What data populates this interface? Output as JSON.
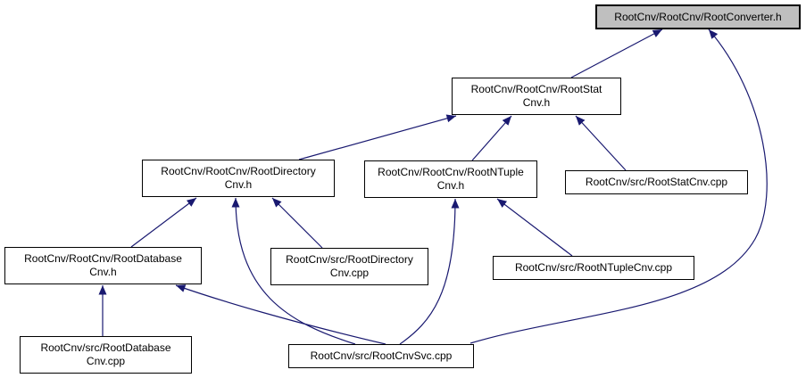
{
  "diagram": {
    "kind": "include-dependency-graph",
    "root_file": "RootCnv/RootCnv/RootConverter.h",
    "colors": {
      "edge": "#191970",
      "node_border": "#000000",
      "node_fill": "#ffffff",
      "highlight_fill": "#bfbfbf",
      "background": "#ffffff",
      "text": "#000000"
    },
    "nodes": [
      {
        "id": "RootConverter.h",
        "label": "RootCnv/RootCnv/RootConverter.h",
        "lines": [
          "RootCnv/RootCnv/RootConverter.h"
        ],
        "highlighted": true
      },
      {
        "id": "RootStatCnv.h",
        "label": "RootCnv/RootCnv/RootStatCnv.h",
        "lines": [
          "RootCnv/RootCnv/RootStat",
          "Cnv.h"
        ]
      },
      {
        "id": "RootDirectoryCnv.h",
        "label": "RootCnv/RootCnv/RootDirectoryCnv.h",
        "lines": [
          "RootCnv/RootCnv/RootDirectory",
          "Cnv.h"
        ]
      },
      {
        "id": "RootNTupleCnv.h",
        "label": "RootCnv/RootCnv/RootNTupleCnv.h",
        "lines": [
          "RootCnv/RootCnv/RootNTuple",
          "Cnv.h"
        ]
      },
      {
        "id": "RootStatCnv.cpp",
        "label": "RootCnv/src/RootStatCnv.cpp",
        "lines": [
          "RootCnv/src/RootStatCnv.cpp"
        ]
      },
      {
        "id": "RootDatabaseCnv.h",
        "label": "RootCnv/RootCnv/RootDatabaseCnv.h",
        "lines": [
          "RootCnv/RootCnv/RootDatabase",
          "Cnv.h"
        ]
      },
      {
        "id": "RootDirectoryCnv.cpp",
        "label": "RootCnv/src/RootDirectoryCnv.cpp",
        "lines": [
          "RootCnv/src/RootDirectory",
          "Cnv.cpp"
        ]
      },
      {
        "id": "RootNTupleCnv.cpp",
        "label": "RootCnv/src/RootNTupleCnv.cpp",
        "lines": [
          "RootCnv/src/RootNTupleCnv.cpp"
        ]
      },
      {
        "id": "RootDatabaseCnv.cpp",
        "label": "RootCnv/src/RootDatabaseCnv.cpp",
        "lines": [
          "RootCnv/src/RootDatabase",
          "Cnv.cpp"
        ]
      },
      {
        "id": "RootCnvSvc.cpp",
        "label": "RootCnv/src/RootCnvSvc.cpp",
        "lines": [
          "RootCnv/src/RootCnvSvc.cpp"
        ]
      }
    ],
    "edges": [
      {
        "from": "RootStatCnv.h",
        "to": "RootConverter.h"
      },
      {
        "from": "RootCnvSvc.cpp",
        "to": "RootConverter.h"
      },
      {
        "from": "RootDirectoryCnv.h",
        "to": "RootStatCnv.h"
      },
      {
        "from": "RootNTupleCnv.h",
        "to": "RootStatCnv.h"
      },
      {
        "from": "RootStatCnv.cpp",
        "to": "RootStatCnv.h"
      },
      {
        "from": "RootDatabaseCnv.h",
        "to": "RootDirectoryCnv.h"
      },
      {
        "from": "RootCnvSvc.cpp",
        "to": "RootDirectoryCnv.h"
      },
      {
        "from": "RootDirectoryCnv.cpp",
        "to": "RootDirectoryCnv.h"
      },
      {
        "from": "RootCnvSvc.cpp",
        "to": "RootNTupleCnv.h"
      },
      {
        "from": "RootNTupleCnv.cpp",
        "to": "RootNTupleCnv.h"
      },
      {
        "from": "RootDatabaseCnv.cpp",
        "to": "RootDatabaseCnv.h"
      },
      {
        "from": "RootCnvSvc.cpp",
        "to": "RootDatabaseCnv.h"
      }
    ]
  }
}
